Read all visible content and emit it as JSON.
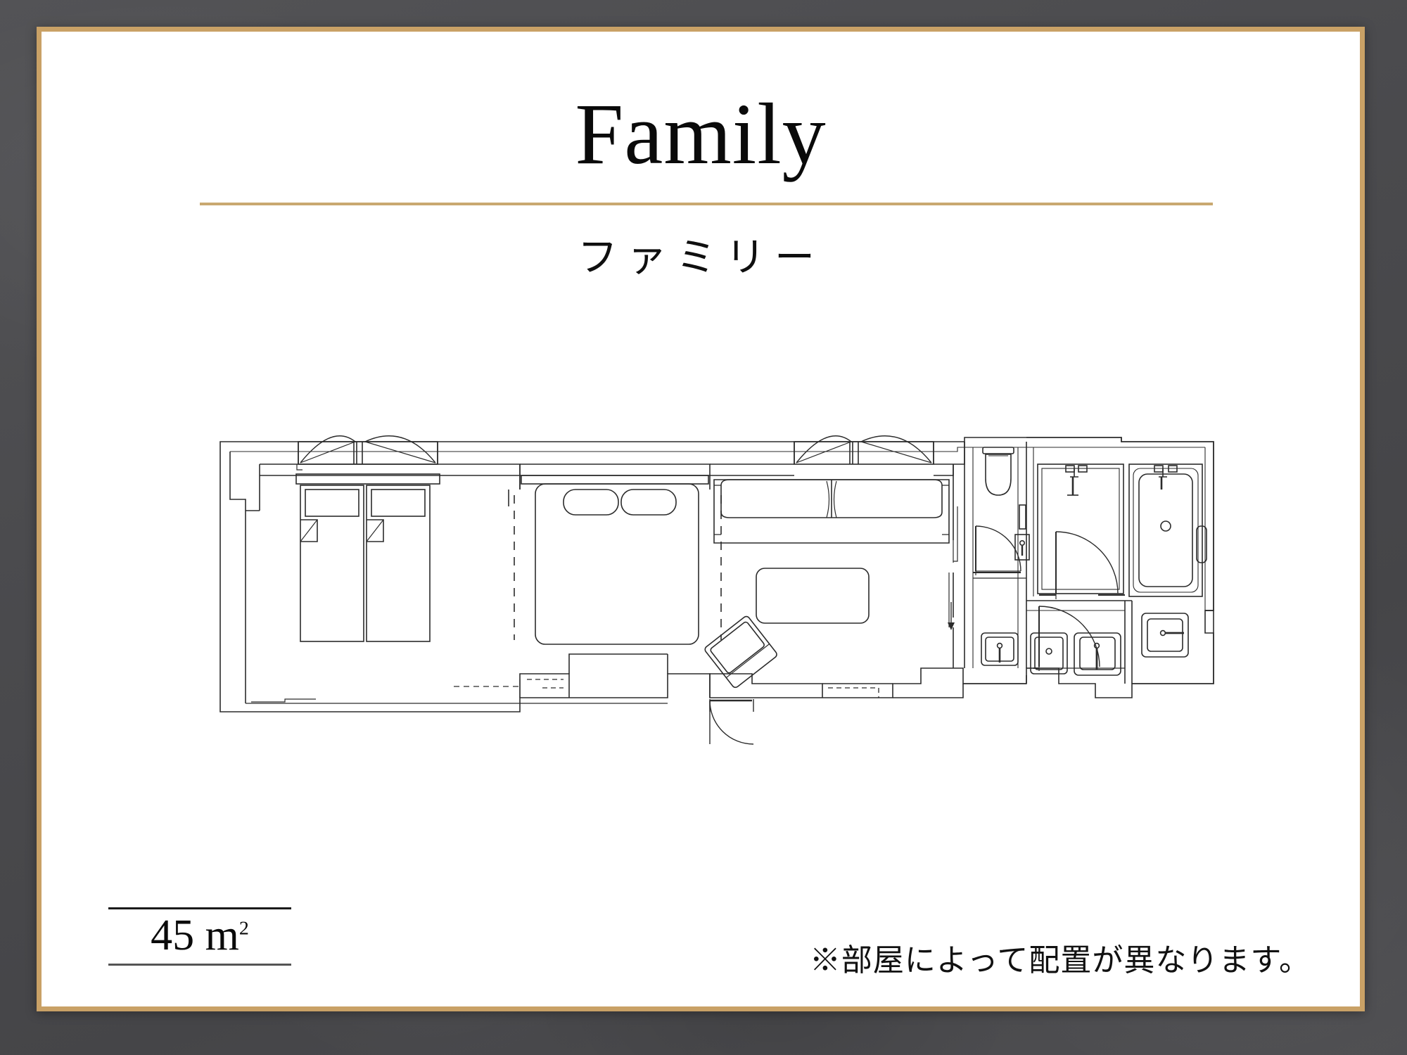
{
  "background": {
    "color": "#4a4a4d"
  },
  "card": {
    "border_color": "#c9a166",
    "background": "#ffffff"
  },
  "header": {
    "title": "Family",
    "subtitle": "ファミリー",
    "divider_color": "#c9a870"
  },
  "area": {
    "value": "45 m",
    "unit_superscript": "2",
    "full_label": "45 m²"
  },
  "footnote": {
    "text": "※部屋によって配置が異なります。"
  },
  "floorplan": {
    "type": "hotel-room-layout",
    "rooms": [
      {
        "name": "twin-bedroom",
        "furniture": [
          "twin-bed-left",
          "twin-bed-right",
          "headboard-shelf",
          "window",
          "curtain"
        ]
      },
      {
        "name": "double-bedroom",
        "furniture": [
          "double-bed",
          "two-pillows",
          "sliding-partition-left",
          "sliding-partition-right"
        ]
      },
      {
        "name": "living-room",
        "furniture": [
          "two-seat-sofa",
          "coffee-table",
          "armchair",
          "window",
          "curtain"
        ]
      },
      {
        "name": "toilet-room",
        "furniture": [
          "toilet",
          "swing-door"
        ]
      },
      {
        "name": "bathroom",
        "furniture": [
          "bathtub",
          "shower-area",
          "swing-door"
        ]
      },
      {
        "name": "vanity-area",
        "furniture": [
          "washbasin-1",
          "washbasin-2",
          "washbasin-3"
        ]
      },
      {
        "name": "entrance",
        "furniture": [
          "entry-door",
          "closet"
        ]
      }
    ],
    "stroke_color": "#2b2b2b"
  }
}
